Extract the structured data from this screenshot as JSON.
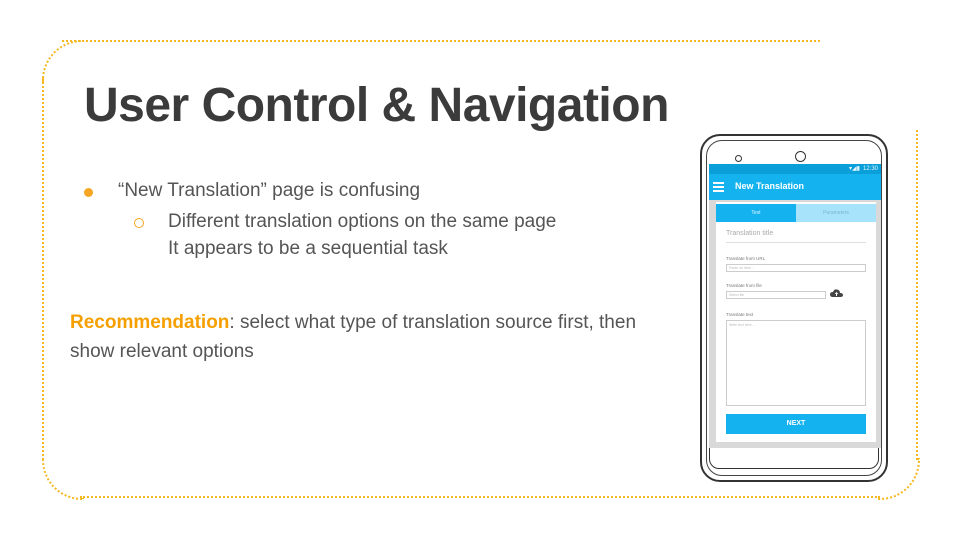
{
  "slide": {
    "title": "User Control & Navigation",
    "accent_color": "#f5a623",
    "bullets": {
      "level1": "“New Translation” page is confusing",
      "level2": "Different translation options on the same page",
      "level2_continued": "It appears to be a sequential task"
    },
    "recommendation": {
      "label": "Recommendation",
      "text": ": select what type of translation source first, then show relevant options"
    }
  },
  "phone": {
    "status_time": "12:30",
    "app_title": "New Translation",
    "tabs": [
      "Text",
      "Parameters"
    ],
    "translation_title_placeholder": "Translation title",
    "from_url_label": "Translate from URL",
    "from_url_placeholder": "Paste url here...",
    "from_file_label": "Translate from file",
    "from_file_placeholder": "Select file",
    "text_label": "Translate text",
    "text_placeholder": "Write text here...",
    "next_button": "NEXT",
    "primary_color": "#14b3f0"
  }
}
